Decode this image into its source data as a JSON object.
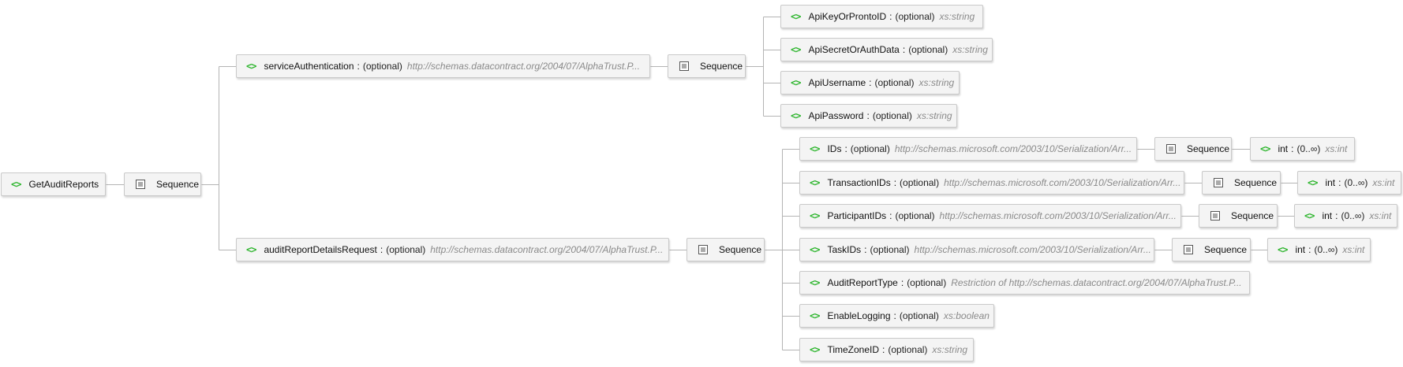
{
  "colors": {
    "tag": "#2db52d",
    "line": "#b4b4b4",
    "node_bg": "#f4f4f4",
    "node_border": "#c9c9c9",
    "type_text": "#8a8a8a"
  },
  "icons": {
    "element": "angle-brackets-icon",
    "sequence": "sequence-icon"
  },
  "element_tag": "<>",
  "separator": ":",
  "sequence_label": "Sequence",
  "root": {
    "name": "GetAuditReports"
  },
  "elements": {
    "serviceAuthentication": {
      "name": "serviceAuthentication",
      "occurs": "(optional)",
      "type": "http://schemas.datacontract.org/2004/07/AlphaTrust.P..."
    },
    "ApiKeyOrProntoID": {
      "name": "ApiKeyOrProntoID",
      "occurs": "(optional)",
      "type": "xs:string"
    },
    "ApiSecretOrAuthData": {
      "name": "ApiSecretOrAuthData",
      "occurs": "(optional)",
      "type": "xs:string"
    },
    "ApiUsername": {
      "name": "ApiUsername",
      "occurs": "(optional)",
      "type": "xs:string"
    },
    "ApiPassword": {
      "name": "ApiPassword",
      "occurs": "(optional)",
      "type": "xs:string"
    },
    "auditReportDetailsRequest": {
      "name": "auditReportDetailsRequest",
      "occurs": "(optional)",
      "type": "http://schemas.datacontract.org/2004/07/AlphaTrust.P..."
    },
    "IDs": {
      "name": "IDs",
      "occurs": "(optional)",
      "type": "http://schemas.microsoft.com/2003/10/Serialization/Arr..."
    },
    "TransactionIDs": {
      "name": "TransactionIDs",
      "occurs": "(optional)",
      "type": "http://schemas.microsoft.com/2003/10/Serialization/Arr..."
    },
    "ParticipantIDs": {
      "name": "ParticipantIDs",
      "occurs": "(optional)",
      "type": "http://schemas.microsoft.com/2003/10/Serialization/Arr..."
    },
    "TaskIDs": {
      "name": "TaskIDs",
      "occurs": "(optional)",
      "type": "http://schemas.microsoft.com/2003/10/Serialization/Arr..."
    },
    "AuditReportType": {
      "name": "AuditReportType",
      "occurs": "(optional)",
      "type": "Restriction of http://schemas.datacontract.org/2004/07/AlphaTrust.P..."
    },
    "EnableLogging": {
      "name": "EnableLogging",
      "occurs": "(optional)",
      "type": "xs:boolean"
    },
    "TimeZoneID": {
      "name": "TimeZoneID",
      "occurs": "(optional)",
      "type": "xs:string"
    },
    "int": {
      "name": "int",
      "occurs": "(0..∞)",
      "type": "xs:int"
    }
  }
}
